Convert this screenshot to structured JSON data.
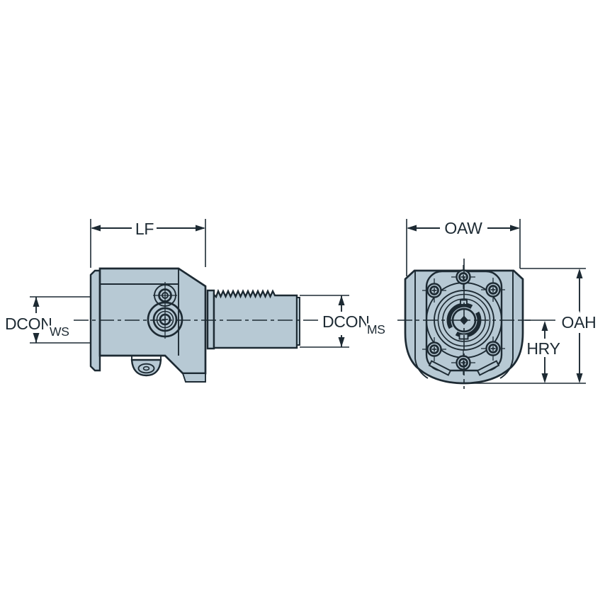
{
  "colors": {
    "background": "#ffffff",
    "part_fill": "#b7c9d4",
    "line": "#1d2a33"
  },
  "views": {
    "side_view": {
      "dimensions": {
        "lf": {
          "label": "LF",
          "sub": ""
        },
        "dcon_ws": {
          "label": "DCON",
          "sub": "WS"
        },
        "dcon_ms": {
          "label": "DCON",
          "sub": "MS"
        }
      }
    },
    "front_view": {
      "dimensions": {
        "oaw": {
          "label": "OAW",
          "sub": ""
        },
        "oah": {
          "label": "OAH",
          "sub": ""
        },
        "hry": {
          "label": "HRY",
          "sub": ""
        }
      }
    }
  }
}
